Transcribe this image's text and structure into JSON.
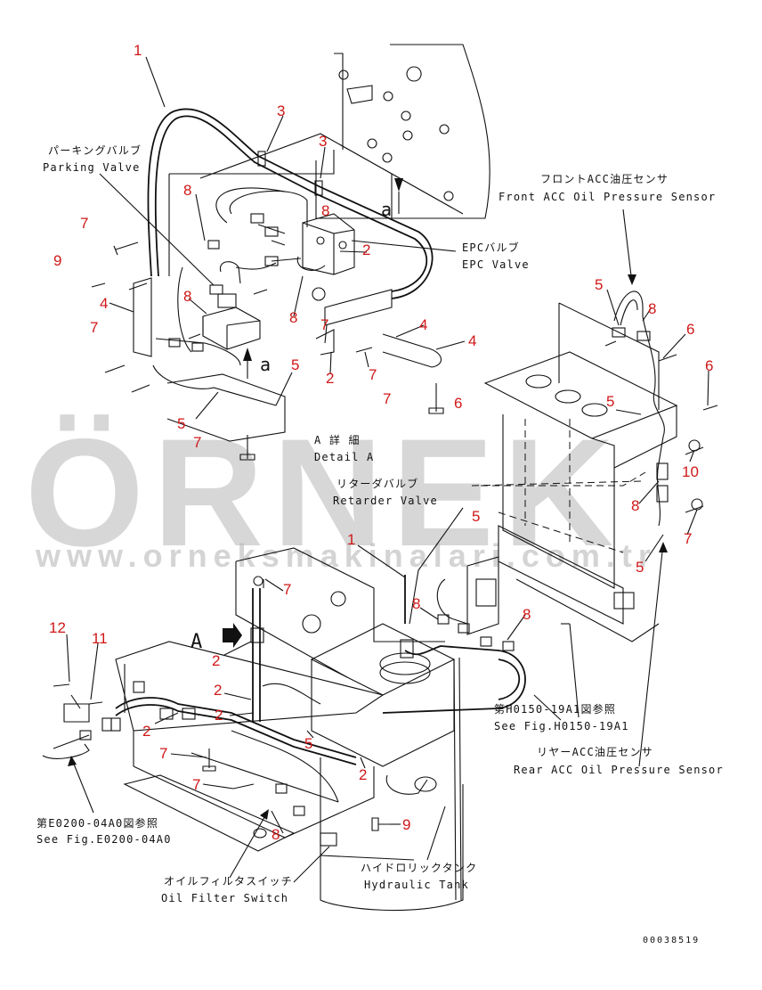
{
  "labels": {
    "parking_valve_jp": "パーキングバルブ",
    "parking_valve_en": "Parking Valve",
    "epc_valve_jp": "EPCバルブ",
    "epc_valve_en": "EPC Valve",
    "front_acc_jp": "フロントACC油圧センサ",
    "front_acc_en": "Front ACC Oil Pressure Sensor",
    "detail_jp": "A 詳 細",
    "detail_en": "Detail A",
    "retarder_jp": "リターダバルブ",
    "retarder_en": "Retarder Valve",
    "see_h0150_jp": "第H0150-19A1図参照",
    "see_h0150_en": "See Fig.H0150-19A1",
    "rear_acc_jp": "リヤーACC油圧センサ",
    "rear_acc_en": "Rear ACC Oil Pressure Sensor",
    "see_e0200_jp": "第E0200-04A0図参照",
    "see_e0200_en": "See Fig.E0200-04A0",
    "oil_filter_jp": "オイルフィルタスイッチ",
    "oil_filter_en": "Oil Filter Switch",
    "hydraulic_tank_jp": "ハイドロリックタンク",
    "hydraulic_tank_en": "Hydraulic Tank",
    "view_a_upper": "a",
    "view_a_lower": "a",
    "view_A": "A",
    "part_code": "00038519"
  },
  "callouts": {
    "c1a": "1",
    "c1b": "1",
    "c2a": "2",
    "c2b": "2",
    "c2c": "2",
    "c2d": "2",
    "c2e": "2",
    "c2f": "2",
    "c2g": "2",
    "c3a": "3",
    "c3b": "3",
    "c4a": "4",
    "c4b": "4",
    "c4c": "4",
    "c5a": "5",
    "c5b": "5",
    "c5c": "5",
    "c5d": "5",
    "c5e": "5",
    "c5f": "5",
    "c5g": "5",
    "c6a": "6",
    "c6b": "6",
    "c6c": "6",
    "c7a": "7",
    "c7b": "7",
    "c7c": "7",
    "c7d": "7",
    "c7e": "7",
    "c7f": "7",
    "c7g": "7",
    "c7h": "7",
    "c7i": "7",
    "c7j": "7",
    "c8a": "8",
    "c8b": "8",
    "c8c": "8",
    "c8d": "8",
    "c8e": "8",
    "c8f": "8",
    "c8g": "8",
    "c8h": "8",
    "c8i": "8",
    "c9a": "9",
    "c9b": "9",
    "c10": "10",
    "c11": "11",
    "c12": "12"
  },
  "watermark": {
    "brand": "ÖRNEK",
    "url": "www.orneksmakinalari.com.tr"
  },
  "colors": {
    "callout": "#d01818",
    "line": "#111111",
    "watermark": "#b8b8b8"
  }
}
